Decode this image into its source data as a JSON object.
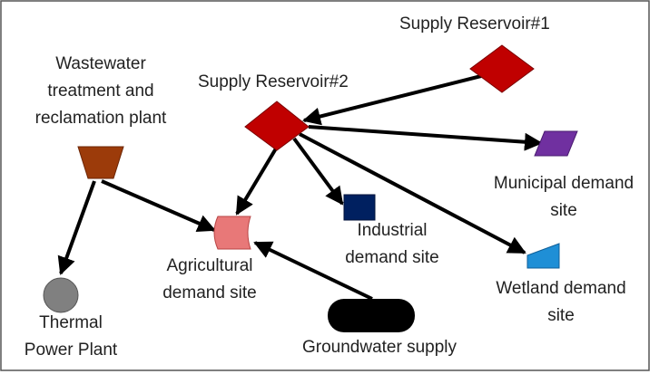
{
  "nodes": {
    "supply_reservoir_1": {
      "label": "Supply Reservoir#1",
      "color": "#c00000"
    },
    "supply_reservoir_2": {
      "label": "Supply Reservoir#2",
      "color": "#c00000"
    },
    "wastewater_plant": {
      "label_lines": [
        "Wastewater",
        "treatment and",
        "reclamation plant"
      ],
      "color": "#9c3b0a"
    },
    "municipal_site": {
      "label_lines": [
        "Municipal demand",
        "site"
      ],
      "color": "#7030a0"
    },
    "industrial_site": {
      "label_lines": [
        "Industrial",
        "demand site"
      ],
      "color": "#002060"
    },
    "agricultural_site": {
      "label_lines": [
        "Agricultural",
        "demand site"
      ],
      "color": "#e87878"
    },
    "wetland_site": {
      "label_lines": [
        "Wetland demand",
        "site"
      ],
      "color": "#1f8fd6"
    },
    "thermal_plant": {
      "label_lines": [
        "Thermal",
        "Power Plant"
      ],
      "color": "#808080"
    },
    "groundwater": {
      "label": "Groundwater supply",
      "color": "#000000"
    }
  },
  "edges": [
    {
      "from": "Supply Reservoir#1",
      "to": "Supply Reservoir#2"
    },
    {
      "from": "Supply Reservoir#2",
      "to": "Municipal demand site"
    },
    {
      "from": "Supply Reservoir#2",
      "to": "Industrial demand site"
    },
    {
      "from": "Supply Reservoir#2",
      "to": "Wetland demand site"
    },
    {
      "from": "Supply Reservoir#2",
      "to": "Agricultural demand site"
    },
    {
      "from": "Wastewater treatment and reclamation plant",
      "to": "Agricultural demand site"
    },
    {
      "from": "Wastewater treatment and reclamation plant",
      "to": "Thermal Power Plant"
    },
    {
      "from": "Groundwater supply",
      "to": "Agricultural demand site"
    }
  ],
  "edge_color": "#000000"
}
